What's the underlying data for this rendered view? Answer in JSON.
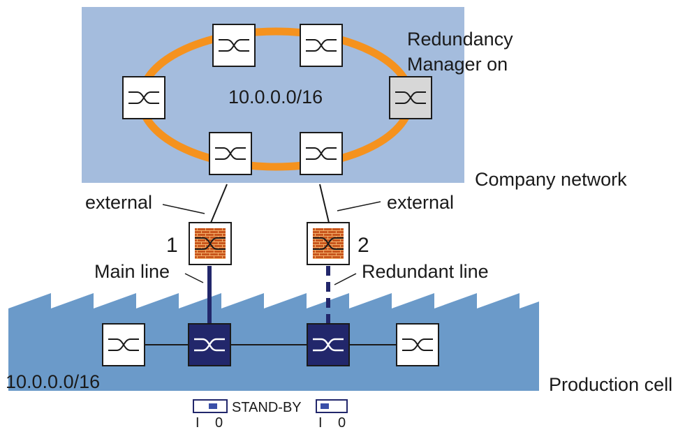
{
  "labels": {
    "redundancy_manager_line1": "Redundancy",
    "redundancy_manager_line2": "Manager on",
    "company_subnet": "10.0.0.0/16",
    "company_network": "Company network",
    "external_left": "external",
    "external_right": "external",
    "firewall_1_number": "1",
    "firewall_2_number": "2",
    "main_line": "Main line",
    "redundant_line": "Redundant line",
    "production_subnet": "10.0.0.0/16",
    "production_cell": "Production cell",
    "standby": "STAND-BY",
    "switch_a_on": "I",
    "switch_a_off": "0",
    "switch_b_on": "I",
    "switch_b_off": "0"
  },
  "icons": {
    "network_switch": "switch-icon",
    "firewall": "firewall-brick-icon",
    "toggle": "standby-toggle-icon"
  },
  "colors": {
    "company_area": "#a4bcdd",
    "production_area": "#6b9ac9",
    "ring": "#f5921e",
    "main_line": "#22276b",
    "redundant_line": "#22276b",
    "switch_box": "#ffffff",
    "redundancy_manager_box": "#d7d7d7",
    "production_switch_active": "#22276b",
    "firewall_brick": "#d2691e"
  }
}
